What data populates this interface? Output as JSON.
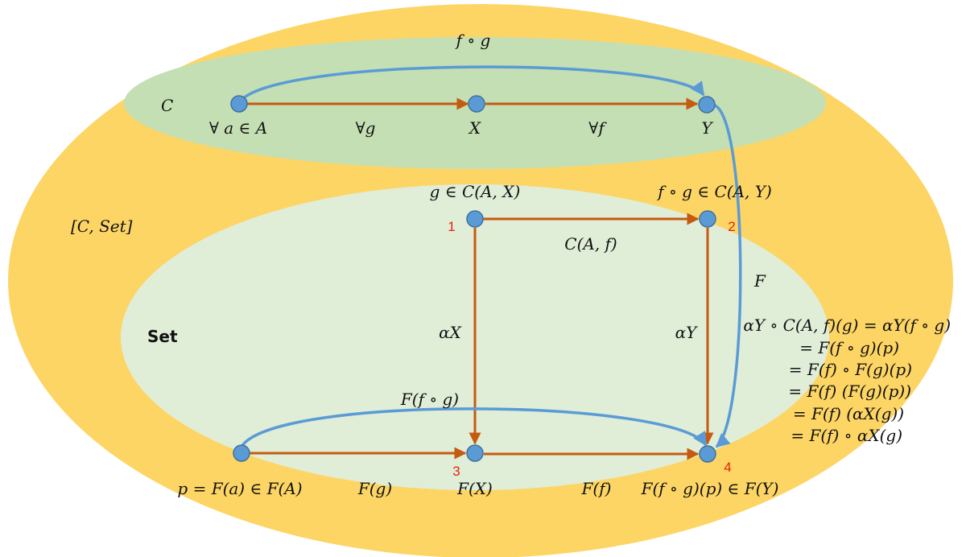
{
  "colors": {
    "outer_region": "#fdd565",
    "category_region": "#c4dfb3",
    "set_region": "#e0eed8",
    "node": "#5b9bd5",
    "brown_arrow": "#c55a11",
    "blue_arrow": "#5b9bd5",
    "number_label": "#e8200c"
  },
  "regions": {
    "functor_category": "[C, Set]",
    "category": "C",
    "set": "Set"
  },
  "category_row": {
    "top_arrow": "f ∘ g",
    "node_a": "∀ a ∈  A",
    "arrow_g": "∀g",
    "node_x": "X",
    "arrow_f": "∀f",
    "node_y": "Y"
  },
  "functor_label": "F",
  "square": {
    "node1_label": "g ∈ C(A, X)",
    "node1_num": "1",
    "node2_label": "f ∘ g ∈ C(A, Y)",
    "node2_num": "2",
    "top_arrow": "C(A, f)",
    "left_arrow": "αX",
    "right_arrow": "αY",
    "node3_num": "3",
    "node4_num": "4"
  },
  "bottom_row": {
    "curve_label": "F(f ∘ g)",
    "node_p": "p = F(a) ∈ F(A)",
    "arrow_fg": "F(g)",
    "node_fx": "F(X)",
    "arrow_ff": "F(f)",
    "node_fy": "F(f ∘ g)(p) ∈ F(Y)"
  },
  "equations": [
    "αY ∘ C(A, f)(g) = αY(f ∘ g)",
    "= F(f ∘ g)(p)",
    "= F(f) ∘ F(g)(p)",
    "= F(f) (F(g)(p))",
    "= F(f) (αX(g))",
    "= F(f) ∘ αX(g)"
  ]
}
